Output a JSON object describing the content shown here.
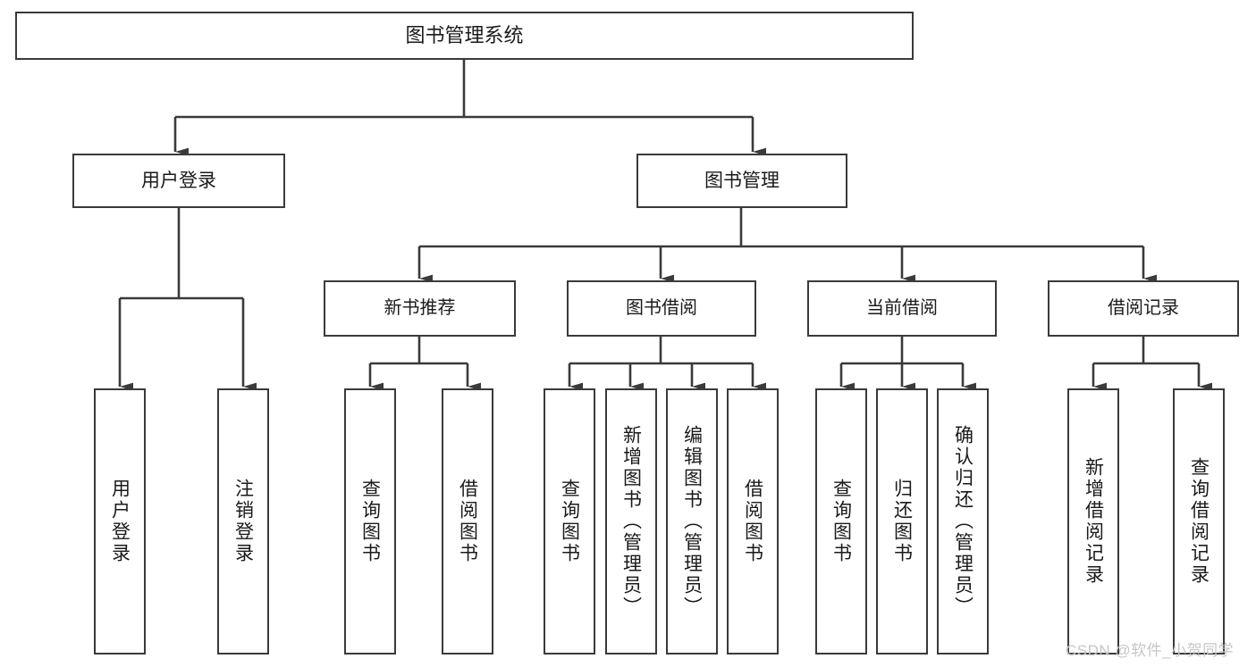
{
  "diagram": {
    "title": "图书管理系统",
    "root": {
      "id": "root",
      "label": "图书管理系统"
    },
    "level2": [
      {
        "id": "user-login",
        "label": "用户登录"
      },
      {
        "id": "book-manage",
        "label": "图书管理"
      }
    ],
    "level3": [
      {
        "id": "new-book-recommend",
        "label": "新书推荐"
      },
      {
        "id": "book-borrow",
        "label": "图书借阅"
      },
      {
        "id": "current-borrow",
        "label": "当前借阅"
      },
      {
        "id": "borrow-record",
        "label": "借阅记录"
      }
    ],
    "leaves": [
      {
        "id": "leaf-user-login",
        "label": "用户登录",
        "parent": "user-login"
      },
      {
        "id": "leaf-logout",
        "label": "注销登录",
        "parent": "user-login"
      },
      {
        "id": "leaf-query-book-1",
        "label": "查询图书",
        "parent": "new-book-recommend"
      },
      {
        "id": "leaf-borrow-book-1",
        "label": "借阅图书",
        "parent": "new-book-recommend"
      },
      {
        "id": "leaf-query-book-2",
        "label": "查询图书",
        "parent": "book-borrow"
      },
      {
        "id": "leaf-add-book",
        "label": "新增图书（管理员）",
        "parent": "book-borrow"
      },
      {
        "id": "leaf-edit-book",
        "label": "编辑图书（管理员）",
        "parent": "book-borrow"
      },
      {
        "id": "leaf-borrow-book-2",
        "label": "借阅图书",
        "parent": "book-borrow"
      },
      {
        "id": "leaf-query-book-3",
        "label": "查询图书",
        "parent": "current-borrow"
      },
      {
        "id": "leaf-return-book",
        "label": "归还图书",
        "parent": "current-borrow"
      },
      {
        "id": "leaf-confirm-return",
        "label": "确认归还（管理员）",
        "parent": "current-borrow"
      },
      {
        "id": "leaf-add-record",
        "label": "新增借阅记录",
        "parent": "borrow-record"
      },
      {
        "id": "leaf-query-record",
        "label": "查询借阅记录",
        "parent": "borrow-record"
      }
    ],
    "watermark": "CSDN @软件_小贺同学",
    "colors": {
      "line": "#3a3a3a",
      "text": "#1a1a1a",
      "background": "#ffffff",
      "watermark": "#c6c6c6"
    }
  }
}
